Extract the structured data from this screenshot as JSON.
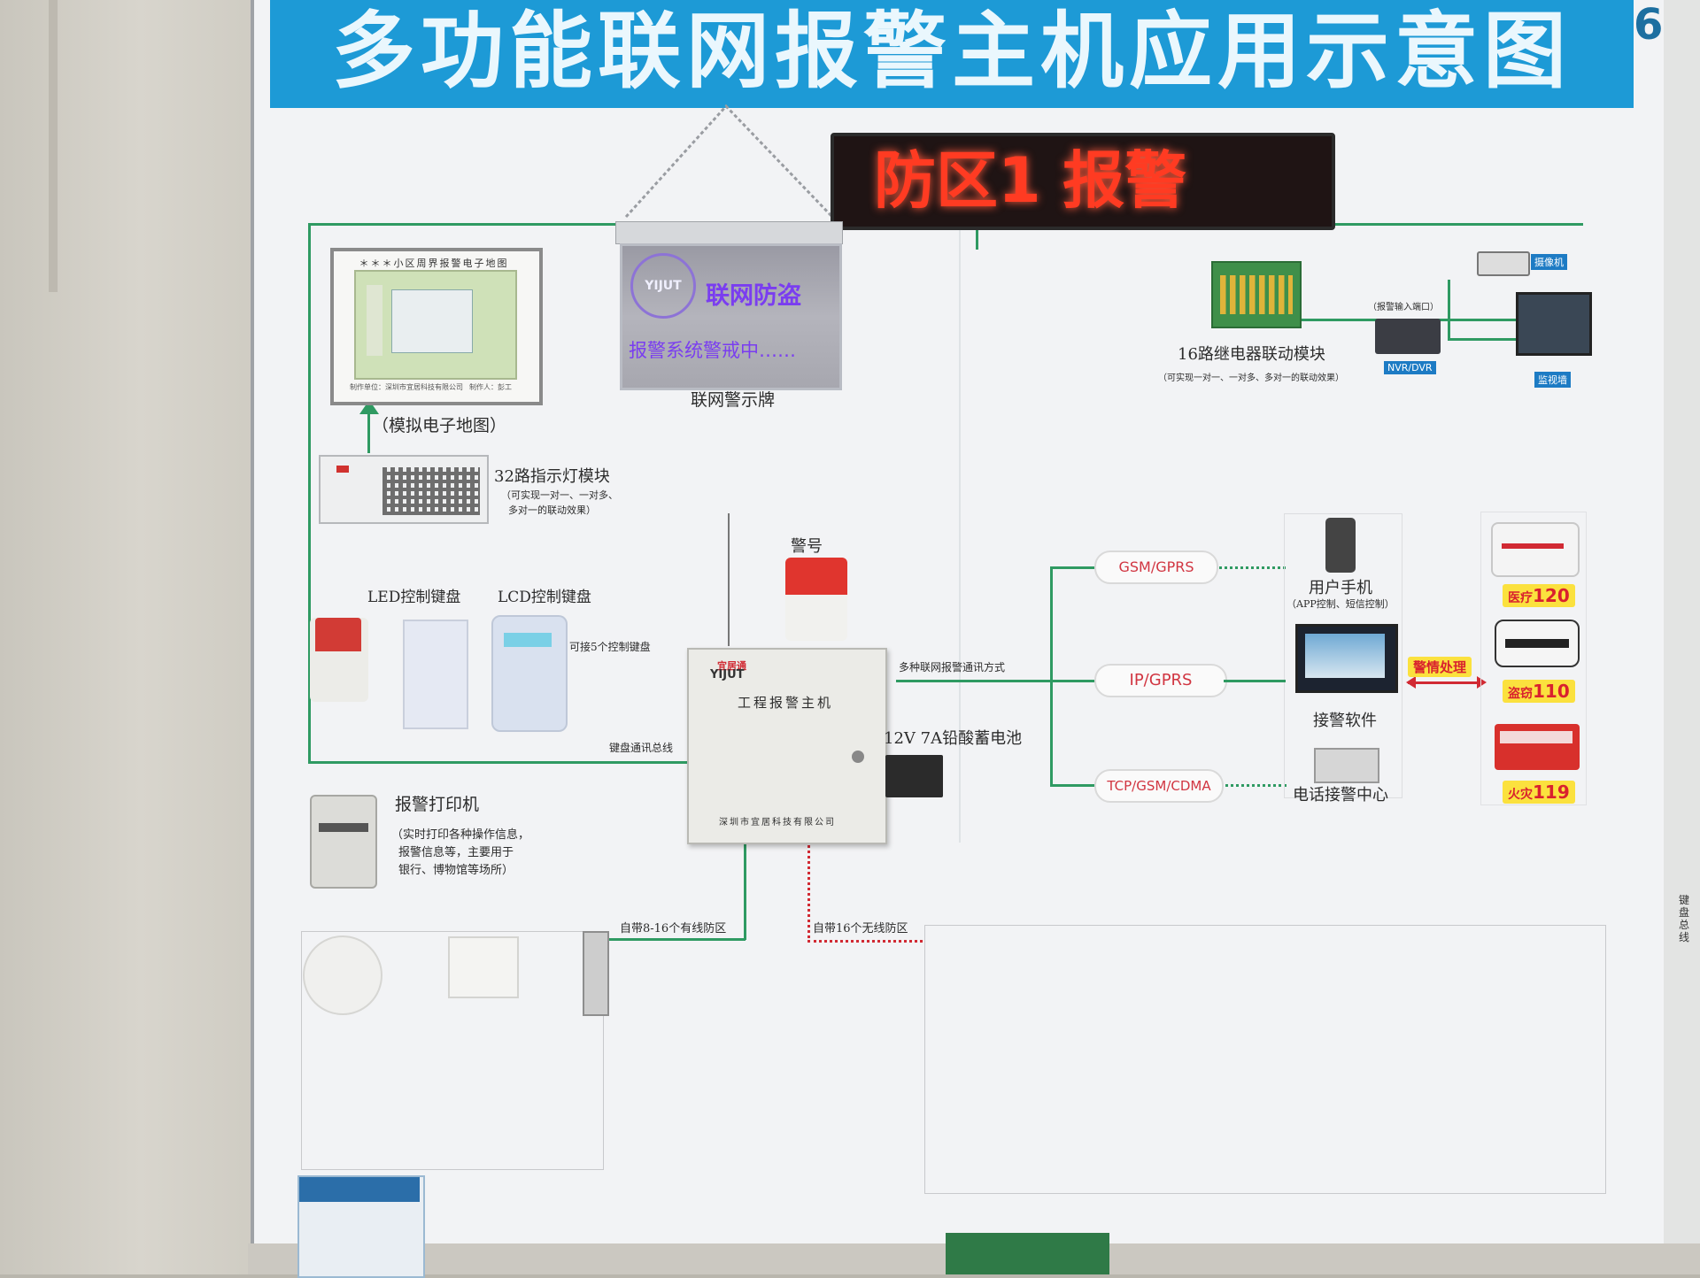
{
  "board": {
    "title": "多功能联网报警主机应用示意图",
    "corner_number": "6",
    "led_display": "防区1 报警"
  },
  "sign": {
    "logo_text": "YIJUT",
    "line1": "联网防盗",
    "line2": "报警系统警戒中……",
    "caption": "联网警示牌"
  },
  "map": {
    "title": "＊＊＊小区周界报警电子地图",
    "footer_left": "制作单位：深圳市宜居科技有限公司",
    "footer_right": "制作人：彭工",
    "caption": "（模拟电子地图）"
  },
  "indicator_module": {
    "title": "32路指示灯模块",
    "desc1": "（可实现一对一、一对多、",
    "desc2": "多对一的联动效果）"
  },
  "relay_module": {
    "title": "16路继电器联动模块",
    "desc": "（可实现一对一、一对多、多对一的联动效果）",
    "alarm_input": "（报警输入端口）",
    "nvr_label": "NVR/DVR",
    "camera_label": "摄像机",
    "monitor_label": "监视墙"
  },
  "keypads": {
    "led_label": "LED控制键盘",
    "lcd_label": "LCD控制键盘",
    "note": "可接5个控制键盘",
    "bus_label": "键盘通讯总线"
  },
  "siren": {
    "label": "警号"
  },
  "host": {
    "brand_cn": "宜居通",
    "brand_en": "YIJUT",
    "name": "工程报警主机",
    "maker": "深圳市宜居科技有限公司"
  },
  "battery": {
    "label": "12V 7A铅酸蓄电池"
  },
  "network": {
    "method_label": "多种联网报警通讯方式",
    "gsm": "GSM/GPRS",
    "ip": "IP/GPRS",
    "tcp": "TCP/GSM/CDMA",
    "phone_title": "用户手机",
    "phone_desc": "（APP控制、短信控制）",
    "software": "接警软件",
    "center": "电话接警中心",
    "handling": "警情处理"
  },
  "emergency": {
    "medical": "医疗",
    "medical_num": "120",
    "theft": "盗窃",
    "theft_num": "110",
    "fire": "火灾",
    "fire_num": "119"
  },
  "printer": {
    "title": "报警打印机",
    "desc1": "（实时打印各种操作信息，",
    "desc2": "报警信息等，主要用于",
    "desc3": "银行、博物馆等场所）"
  },
  "zones": {
    "wired": "自带8-16个有线防区",
    "wireless": "自带16个无线防区"
  },
  "side_note": "键盘总线",
  "colors": {
    "title_band": "#1d9ad6",
    "line_green": "#2f9a62",
    "dotted_red": "#d12a33",
    "led_red": "#ff3b22"
  }
}
